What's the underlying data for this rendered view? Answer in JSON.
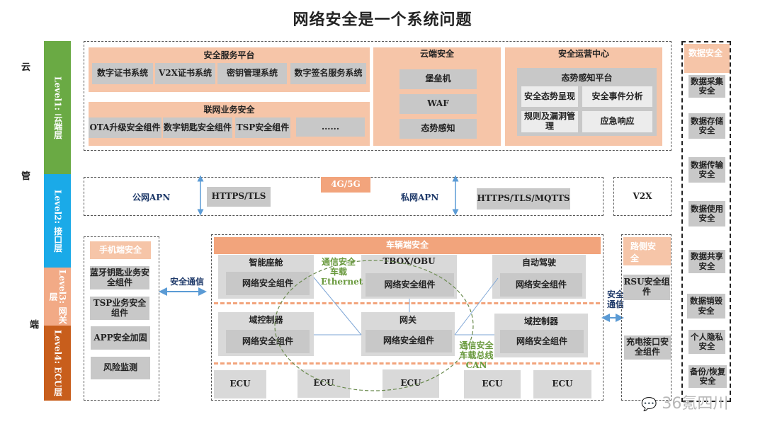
{
  "title": "网络安全是一个系统问题",
  "side_labels": {
    "cloud": "云",
    "pipe": "管",
    "end": "端"
  },
  "levels": [
    {
      "label": "Level1: 云端层",
      "color": "#6aaa44"
    },
    {
      "label": "Level2: 接口层",
      "color": "#1aaae8"
    },
    {
      "label": "Level3: 网关层",
      "color": "#f2aa86"
    },
    {
      "label": "Level4: ECU层",
      "color": "#c85e1c"
    }
  ],
  "cloud": {
    "service_platform": {
      "title": "安全服务平台",
      "items": [
        "数字证书系统",
        "V2X证书系统",
        "密钥管理系统",
        "数字签名服务系统"
      ]
    },
    "connected_business": {
      "title": "联网业务安全",
      "items": [
        "OTA升级安全组件",
        "数字钥匙安全组件",
        "TSP安全组件",
        "......"
      ]
    },
    "cloud_security": {
      "title": "云端安全",
      "items": [
        "堡垒机",
        "WAF",
        "态势感知"
      ]
    },
    "soc": {
      "title": "安全运营中心",
      "platform": "态势感知平台",
      "items": [
        "安全态势呈现",
        "安全事件分析",
        "规则及漏洞管理",
        "应急响应"
      ]
    }
  },
  "pipe": {
    "network": "4G/5G",
    "public_apn": "公网APN",
    "public_protocol": "HTTPS/TLS",
    "private_apn": "私网APN",
    "private_protocol": "HTTPS/TLS/MQTTS",
    "v2x": "V2X"
  },
  "phone": {
    "title": "手机端安全",
    "items": [
      "蓝牙钥匙业务安全组件",
      "TSP业务安全组件",
      "APP安全加固",
      "风险监测"
    ]
  },
  "secure_comm": "安全通信",
  "vehicle": {
    "title": "车辆端安全",
    "row1": [
      {
        "name": "智能座舱",
        "component": "网络安全组件"
      },
      {
        "name": "TBOX/OBU",
        "component": "网络安全组件"
      },
      {
        "name": "自动驾驶",
        "component": "网络安全组件"
      }
    ],
    "row2": [
      {
        "name": "域控制器",
        "component": "网络安全组件"
      },
      {
        "name": "网关",
        "component": "网络安全组件"
      },
      {
        "name": "域控制器",
        "component": "网络安全组件"
      }
    ],
    "ecus": [
      "ECU",
      "ECU",
      "ECU",
      "ECU",
      "ECU"
    ],
    "ethernet_label": [
      "通信安全",
      "车载",
      "Ethernet"
    ],
    "can_label": [
      "通信安全",
      "车载总线",
      "CAN"
    ]
  },
  "roadside": {
    "title": "路侧安全",
    "items": [
      "RSU安全组件",
      "充电接口安全组件"
    ]
  },
  "data_security": {
    "title": "数据安全",
    "items": [
      "数据采集安全",
      "数据存储安全",
      "数据传输安全",
      "数据使用安全",
      "数据共享安全",
      "数据销毁安全",
      "个人隐私安全",
      "备份/恢复安全"
    ]
  },
  "watermark": "36氪四川"
}
